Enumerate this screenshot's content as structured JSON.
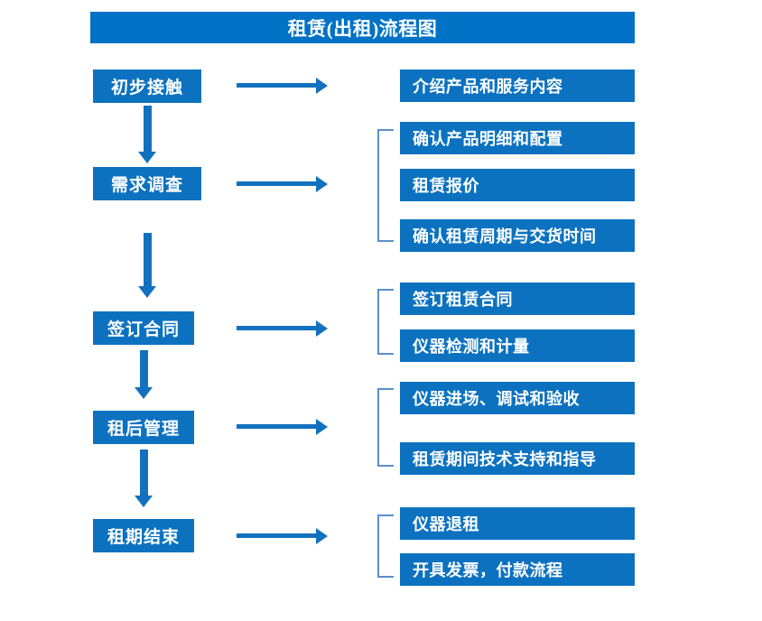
{
  "header": {
    "title": "租赁(出租)流程图"
  },
  "colors": {
    "box_blue": "#0c72c0",
    "title_blue": "#0072c6",
    "arrow_blue": "#1271be",
    "bracket_blue": "#5b8fc9",
    "text_white": "#ffffff",
    "background": "#ffffff"
  },
  "stages": [
    {
      "id": "initial-contact",
      "label": "初步接触"
    },
    {
      "id": "needs-survey",
      "label": "需求调查"
    },
    {
      "id": "sign-contract",
      "label": "签订合同"
    },
    {
      "id": "post-rent-manage",
      "label": "租后管理"
    },
    {
      "id": "rental-end",
      "label": "租期结束"
    }
  ],
  "details": [
    {
      "id": "intro-products",
      "label": "介绍产品和服务内容"
    },
    {
      "id": "confirm-spec",
      "label": "确认产品明细和配置"
    },
    {
      "id": "rental-quote",
      "label": "租赁报价"
    },
    {
      "id": "confirm-period",
      "label": "确认租赁周期与交货时间"
    },
    {
      "id": "sign-rental-contract",
      "label": "签订租赁合同"
    },
    {
      "id": "instrument-test",
      "label": "仪器检测和计量"
    },
    {
      "id": "instrument-install",
      "label": "仪器进场、调试和验收"
    },
    {
      "id": "tech-support",
      "label": "租赁期间技术支持和指导"
    },
    {
      "id": "instrument-return",
      "label": "仪器退租"
    },
    {
      "id": "invoice-payment",
      "label": "开具发票，付款流程"
    }
  ],
  "connectors": {
    "vertical_arrow_count": 4,
    "horizontal_arrow_count": 5,
    "bracket_count": 4
  }
}
